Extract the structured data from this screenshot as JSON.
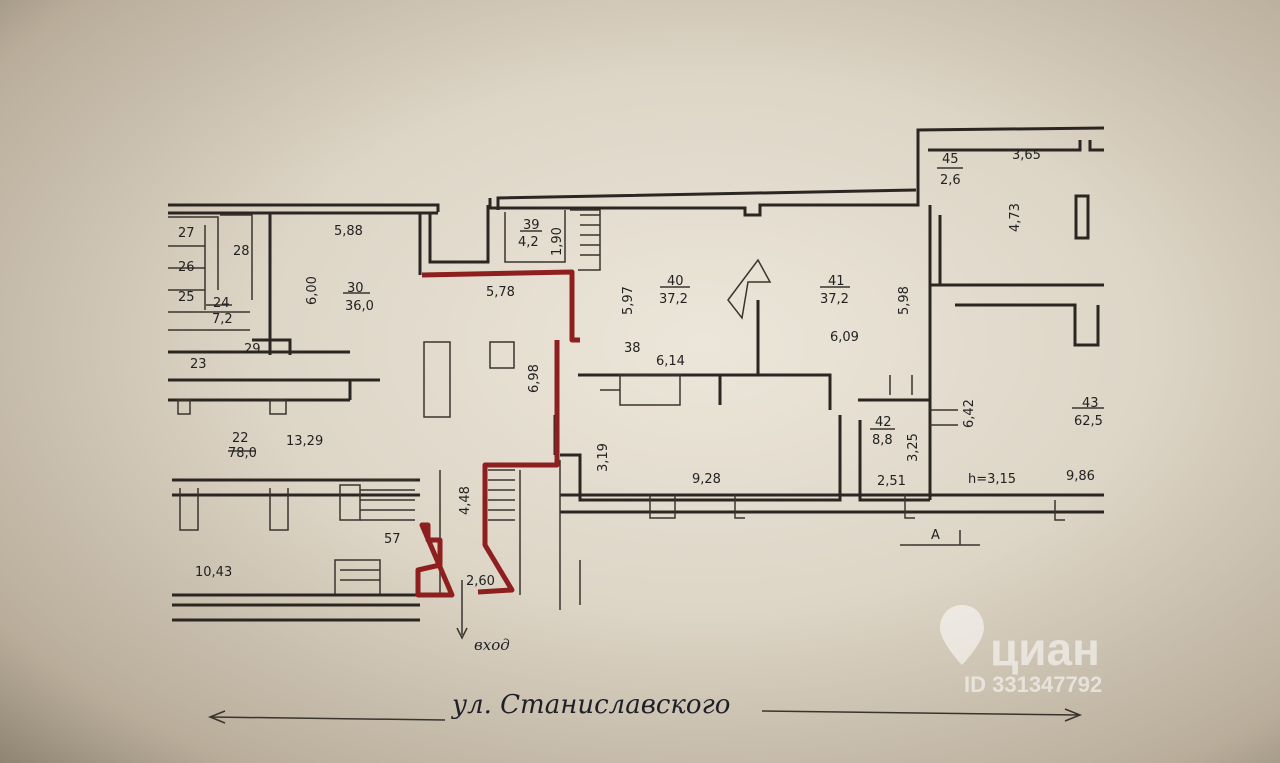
{
  "rooms": [
    {
      "number": "27",
      "area": ""
    },
    {
      "number": "26",
      "area": ""
    },
    {
      "number": "25",
      "area": ""
    },
    {
      "number": "28",
      "area": ""
    },
    {
      "number": "24",
      "area": "7,2"
    },
    {
      "number": "29",
      "area": ""
    },
    {
      "number": "23",
      "area": ""
    },
    {
      "number": "30",
      "area": "36,0"
    },
    {
      "number": "39",
      "area": "4,2"
    },
    {
      "number": "40",
      "area": "37,2"
    },
    {
      "number": "41",
      "area": "37,2"
    },
    {
      "number": "45",
      "area": "2,6"
    },
    {
      "number": "38",
      "area": ""
    },
    {
      "number": "42",
      "area": "8,8"
    },
    {
      "number": "43",
      "area": "62,5"
    },
    {
      "number": "22",
      "area": "78,0"
    },
    {
      "number": "57",
      "area": ""
    }
  ],
  "dimensions": [
    "5,88",
    "6,00",
    "5,78",
    "6,98",
    "1,90",
    "5,97",
    "6,14",
    "6,09",
    "5,98",
    "3,65",
    "4,73",
    "3,19",
    "9,28",
    "3,25",
    "2,51",
    "6,42",
    "9,86",
    "4,48",
    "2,60",
    "13,29",
    "10,43"
  ],
  "ceiling_height": "h=3,15",
  "section_mark": "A",
  "entrance_label": "вход",
  "street_label": "ул. Станиславского",
  "watermark": {
    "brand": "циан",
    "id": "ID 331347792"
  },
  "colors": {
    "highlight": "#8e1f1f",
    "walls": "#2b2622"
  }
}
